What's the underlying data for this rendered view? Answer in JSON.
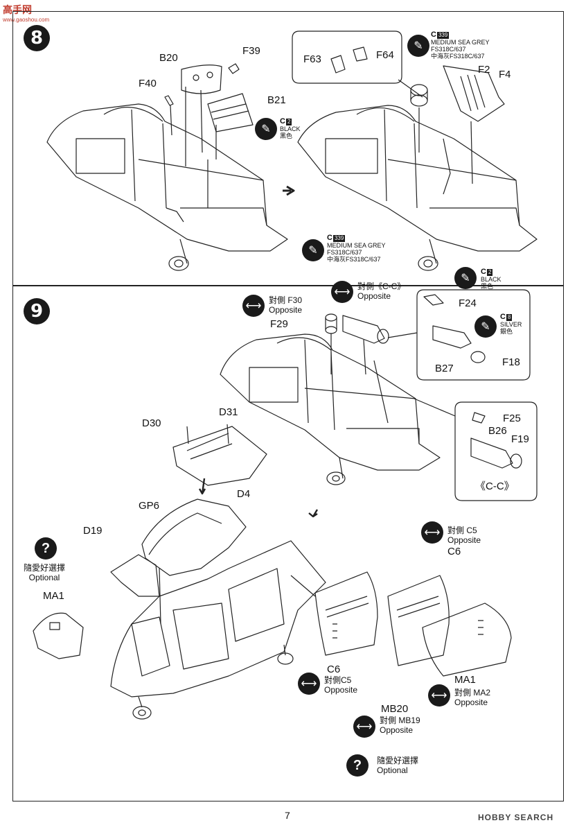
{
  "watermark": {
    "title": "高手网",
    "url": "www.gaoshou.com"
  },
  "steps": {
    "s8": "8",
    "s9": "9"
  },
  "paints": {
    "black_top": {
      "code": "C",
      "num": "2",
      "en": "BLACK",
      "zh": "黑色"
    },
    "grey_top": {
      "code": "C",
      "num": "339",
      "en": "MEDIUM SEA GREY",
      "fs": "FS318C/637",
      "zh": "中海灰FS318C/637"
    },
    "grey_mid": {
      "code": "C",
      "num": "339",
      "en": "MEDIUM SEA GREY",
      "fs": "FS318C/637",
      "zh": "中海灰FS318C/637"
    },
    "black_right": {
      "code": "C",
      "num": "2",
      "en": "BLACK",
      "zh": "黑色"
    },
    "silver": {
      "code": "C",
      "num": "8",
      "en": "SILVER",
      "zh": "銀色"
    }
  },
  "parts": {
    "B20": "B20",
    "F39": "F39",
    "F40": "F40",
    "B21": "B21",
    "F63": "F63",
    "F64": "F64",
    "F2": "F2",
    "F4": "F4",
    "F30": "對側 F30",
    "F30_opp": "Opposite",
    "F29": "F29",
    "CC_zh": "對側《C-C》",
    "CC_opp": "Opposite",
    "F24": "F24",
    "B27": "B27",
    "F18": "F18",
    "F25": "F25",
    "B26": "B26",
    "F19": "F19",
    "CC_detail": "《C-C》",
    "D30": "D30",
    "D31": "D31",
    "D4": "D4",
    "GP6": "GP6",
    "D19": "D19",
    "MA1_top": "MA1",
    "C5_zh": "對側 C5",
    "C5_opp": "Opposite",
    "C6_top": "C6",
    "C6_bottom": "C6",
    "C5b_zh": "對側C5",
    "C5b_opp": "Opposite",
    "MA1_bottom": "MA1",
    "MA2_zh": "對側 MA2",
    "MA2_opp": "Opposite",
    "MB20": "MB20",
    "MB19_zh": "對側 MB19",
    "MB19_opp": "Opposite"
  },
  "optional_left": {
    "zh": "隨愛好選擇",
    "en": "Optional"
  },
  "optional_bottom": {
    "zh": "隨愛好選擇",
    "en": "Optional"
  },
  "page_number": "7",
  "footer_logo": "HOBBY SEARCH"
}
